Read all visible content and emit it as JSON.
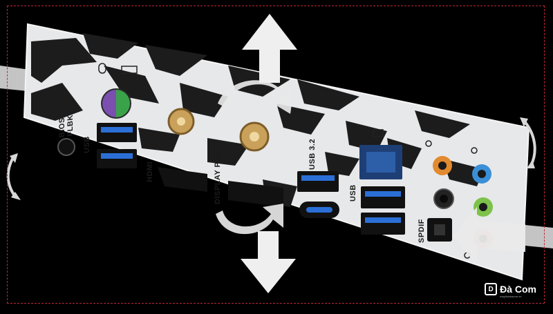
{
  "labels": {
    "bios_flbk": [
      "BIOS",
      "FLBK"
    ],
    "usb_left": "USB",
    "hdmi": "HDMI",
    "display_port": "DISPLAY PORT",
    "usb_32": "USB 3.2",
    "usb_right": "USB",
    "spdif": "SPDIF"
  },
  "watermark": {
    "logo_text": "D",
    "brand": "Đà Com",
    "sub": "maytinhdacom.vn"
  },
  "colors": {
    "background": "#000000",
    "plate": "#e7e8ea",
    "camo_dark": "#1c1c1c",
    "usb_blue": "#2b6fd6",
    "ps2_green": "#3aa34a",
    "ps2_purple": "#7a4fb0",
    "antenna_gold": "#c9a15a",
    "lan_blue": "#2d5ea8",
    "audio_orange": "#e28a2f",
    "audio_blue": "#3b8fd6",
    "audio_green": "#7cc24a",
    "audio_pink": "#e49aa3"
  },
  "icons": [
    "mouse-icon",
    "keyboard-icon",
    "network-icon",
    "audio-line-in-icon",
    "headphone-icon",
    "microphone-icon"
  ]
}
